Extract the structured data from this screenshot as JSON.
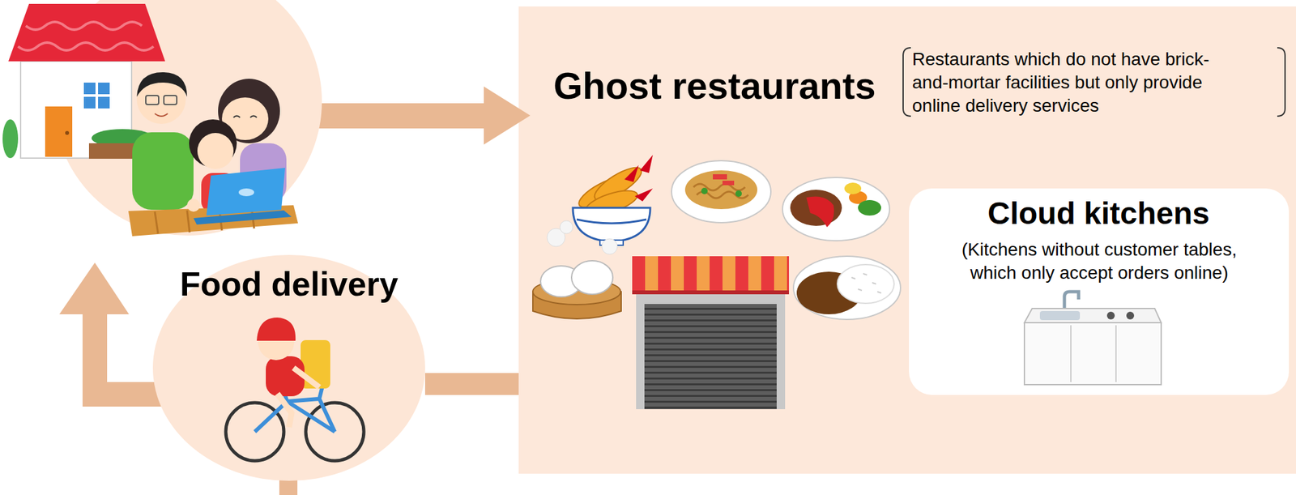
{
  "diagram": {
    "nodes": [
      {
        "text": [
          "Ghost restaurants",
          "Restaurants which do not have brick-and-mortar facilities but only provide online delivery services"
        ]
      },
      {
        "text": [
          "Cloud kitchens",
          "(Kitchens without customer tables, which only accept orders online)"
        ],
        "in": 0
      },
      {
        "text": [
          "Food delivery"
        ]
      }
    ],
    "edges": [
      {
        "from": 0,
        "to": 2,
        "arrow": "none"
      }
    ]
  }
}
